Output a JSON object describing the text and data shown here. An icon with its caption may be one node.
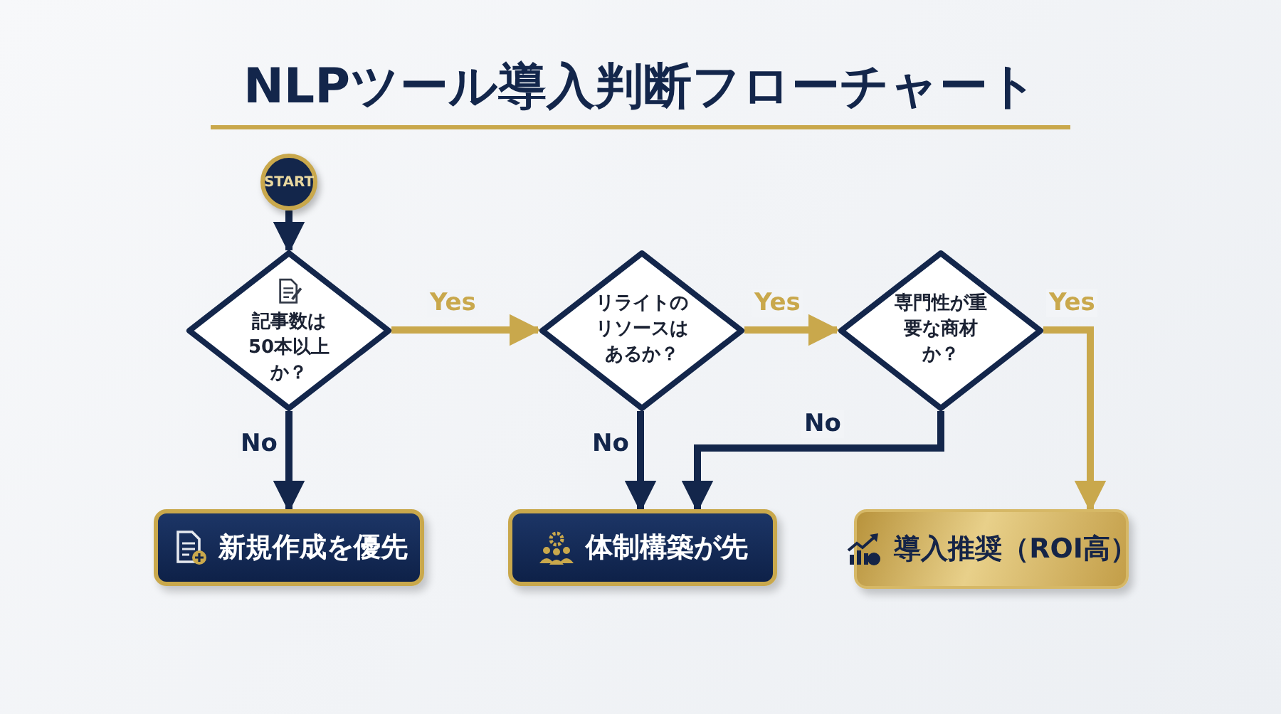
{
  "diagram": {
    "title": "NLPツール導入判断フローチャート",
    "nodes": [
      {
        "text": [
          "START"
        ]
      },
      {
        "text": [
          "記事数は50本以上か？"
        ]
      },
      {
        "text": [
          "リライトのリソースはあるか？"
        ]
      },
      {
        "text": [
          "専門性が重要な商材か？"
        ]
      },
      {
        "text": [
          "新規作成を優先"
        ]
      },
      {
        "text": [
          "体制構築が先"
        ]
      },
      {
        "text": [
          "導入推奨（ROI高）"
        ]
      }
    ],
    "edges": [
      {
        "from": 0,
        "to": 1,
        "arrow": "to"
      },
      {
        "from": 1,
        "to": 2,
        "arrow": "to",
        "label": "Yes",
        "color": "#c9a84c"
      },
      {
        "from": 1,
        "to": 4,
        "arrow": "to",
        "label": "No"
      },
      {
        "from": 2,
        "to": 3,
        "arrow": "to",
        "label": "Yes",
        "color": "#c9a84c"
      },
      {
        "from": 2,
        "to": 5,
        "arrow": "to",
        "label": "No"
      },
      {
        "from": 3,
        "to": 5,
        "arrow": "to",
        "label": "No"
      },
      {
        "from": 3,
        "to": 6,
        "arrow": "to",
        "label": "Yes",
        "color": "#c9a84c"
      }
    ]
  }
}
